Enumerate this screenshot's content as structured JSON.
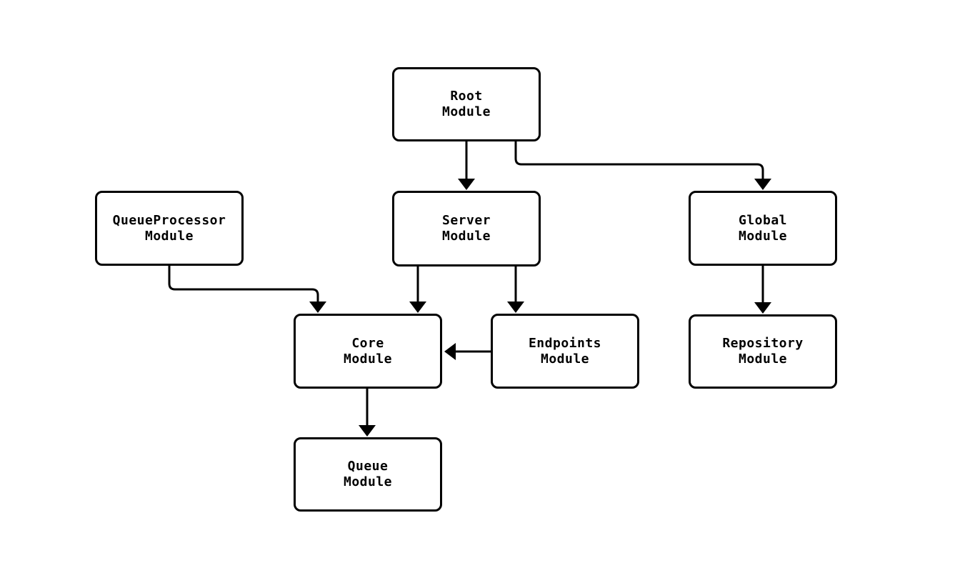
{
  "diagram": {
    "title": "",
    "background_color": "#ffffff",
    "node_fill_color": "#ffffff",
    "stroke_color": "#000000",
    "nodes": {
      "root": {
        "line1": "Root",
        "line2": "Module"
      },
      "queueProcessor": {
        "line1": "QueueProcessor",
        "line2": "Module"
      },
      "server": {
        "line1": "Server",
        "line2": "Module"
      },
      "global": {
        "line1": "Global",
        "line2": "Module"
      },
      "core": {
        "line1": "Core",
        "line2": "Module"
      },
      "endpoints": {
        "line1": "Endpoints",
        "line2": "Module"
      },
      "repository": {
        "line1": "Repository",
        "line2": "Module"
      },
      "queue": {
        "line1": "Queue",
        "line2": "Module"
      }
    },
    "edges": [
      {
        "from": "Root Module",
        "to": "Server Module"
      },
      {
        "from": "Root Module",
        "to": "Global Module"
      },
      {
        "from": "QueueProcessor Module",
        "to": "Core Module"
      },
      {
        "from": "Server Module",
        "to": "Core Module"
      },
      {
        "from": "Server Module",
        "to": "Endpoints Module"
      },
      {
        "from": "Endpoints Module",
        "to": "Core Module"
      },
      {
        "from": "Global Module",
        "to": "Repository Module"
      },
      {
        "from": "Core Module",
        "to": "Queue Module"
      }
    ]
  }
}
